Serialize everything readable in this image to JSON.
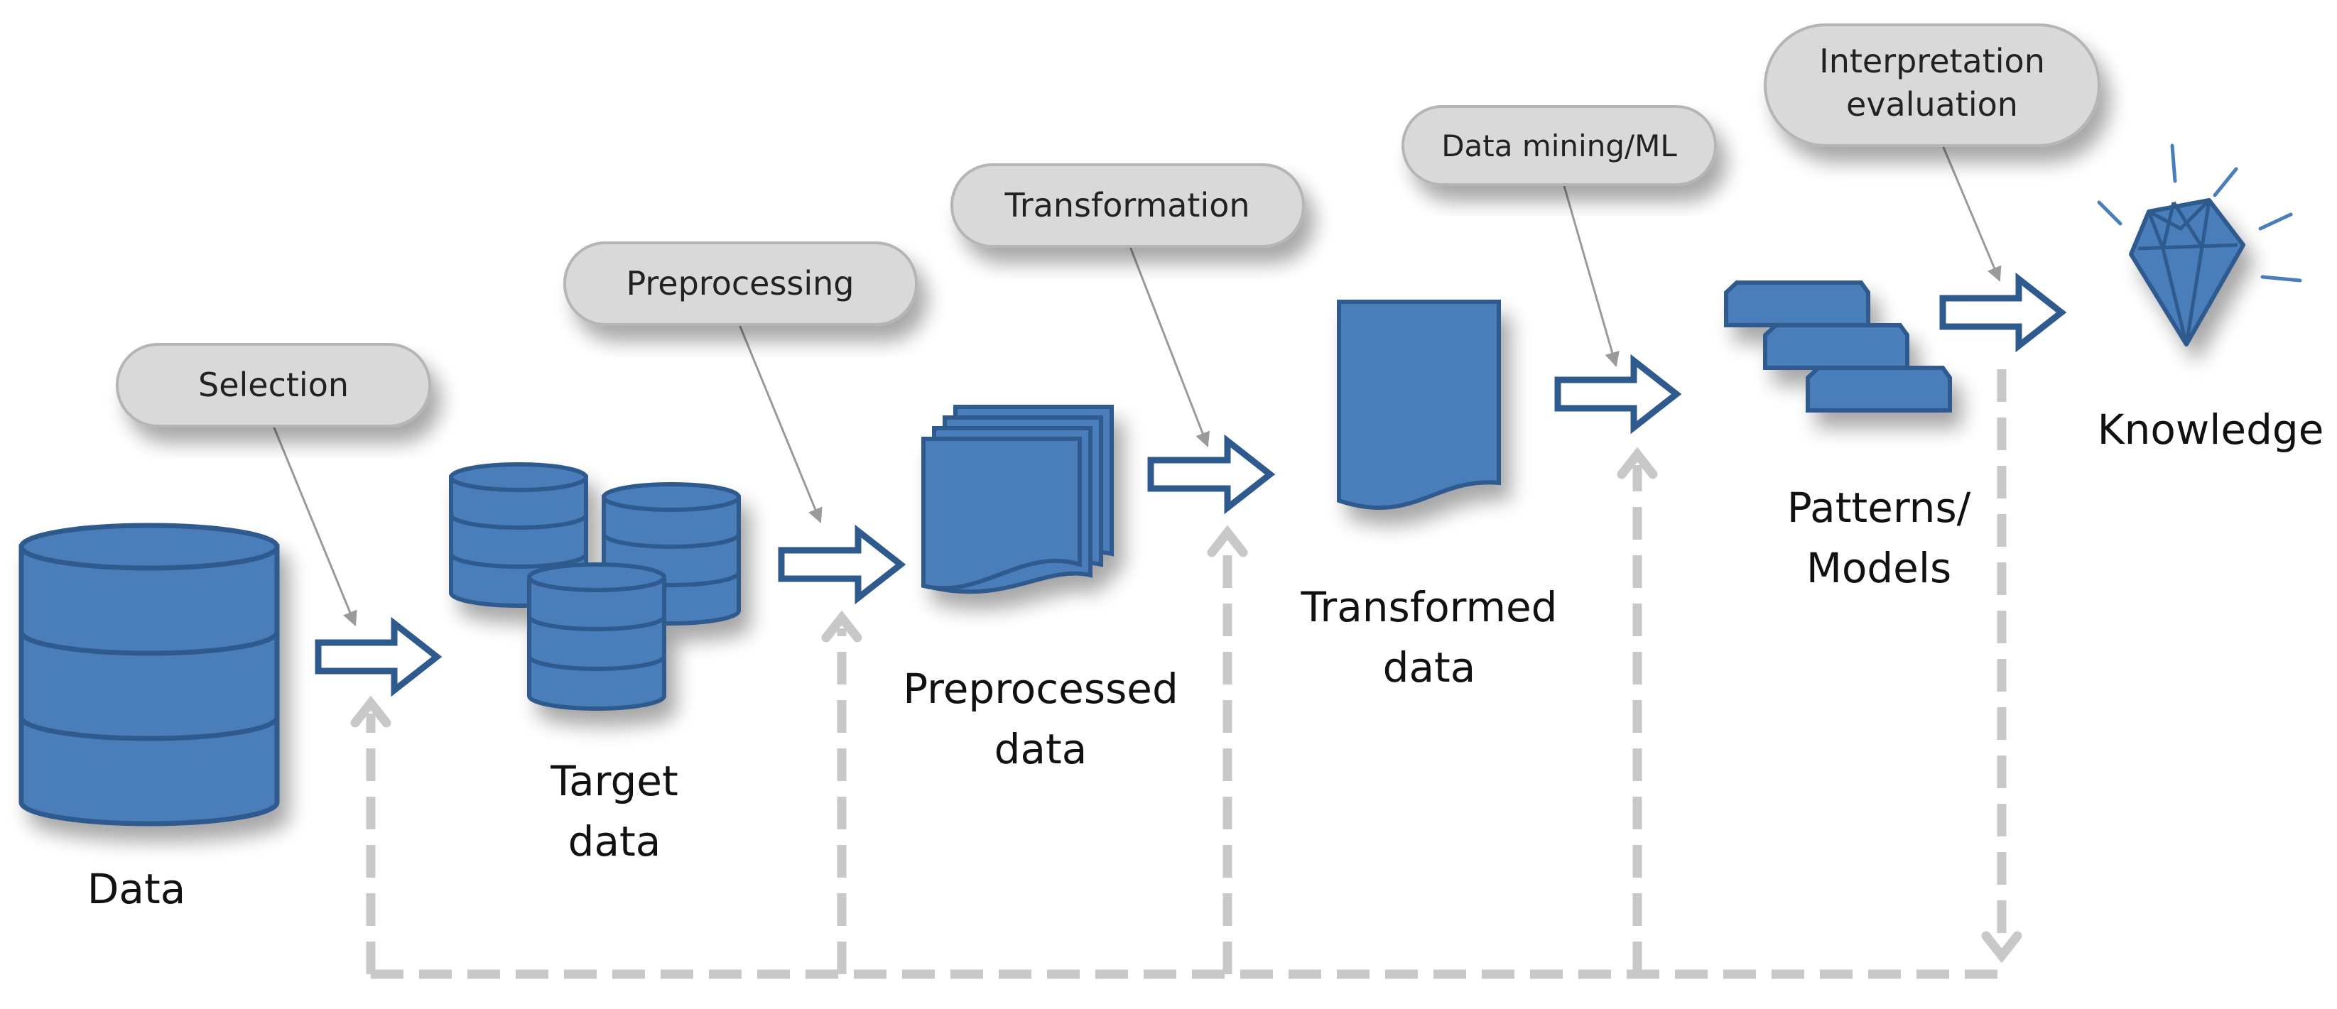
{
  "diagram": {
    "steps": {
      "selection": "Selection",
      "preprocessing": "Preprocessing",
      "transformation": "Transformation",
      "data_mining": "Data mining/ML",
      "interpretation_line1": "Interpretation",
      "interpretation_line2": "evaluation"
    },
    "stages": {
      "data": "Data",
      "target_line1": "Target",
      "target_line2": "data",
      "preprocessed_line1": "Preprocessed",
      "preprocessed_line2": "data",
      "transformed_line1": "Transformed",
      "transformed_line2": "data",
      "patterns_line1": "Patterns/",
      "patterns_line2": "Models",
      "knowledge": "Knowledge"
    },
    "colors": {
      "icon_fill": "#4a7ebb",
      "icon_stroke": "#2f5a8e",
      "bubble_fill": "#d9d9d9",
      "bubble_stroke": "#b5b5b5",
      "feedback_line": "#c8c8c8",
      "pointer_line": "#9a9a9a"
    }
  }
}
